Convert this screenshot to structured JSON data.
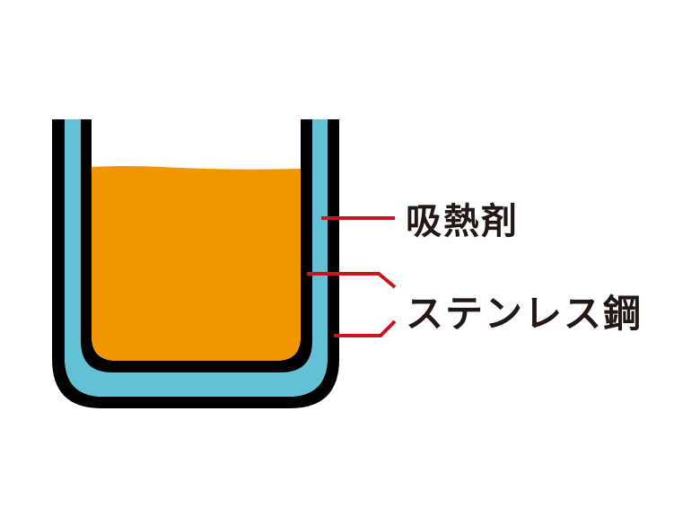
{
  "diagram": {
    "title": "",
    "labels": {
      "heat_absorber": "吸熱剤",
      "stainless_steel": "ステンレス鋼"
    },
    "colors": {
      "background": "#ffffff",
      "wall_outline": "#000000",
      "heat_absorber_layer": "#62c1d5",
      "contents": "#f29600",
      "leader_lines": "#c8161e",
      "text": "#231815"
    },
    "components": [
      {
        "name": "outer-stainless-wall",
        "label_ref": "stainless_steel"
      },
      {
        "name": "heat-absorber-layer",
        "label_ref": "heat_absorber"
      },
      {
        "name": "inner-stainless-wall",
        "label_ref": "stainless_steel"
      },
      {
        "name": "liquid-contents"
      }
    ]
  }
}
